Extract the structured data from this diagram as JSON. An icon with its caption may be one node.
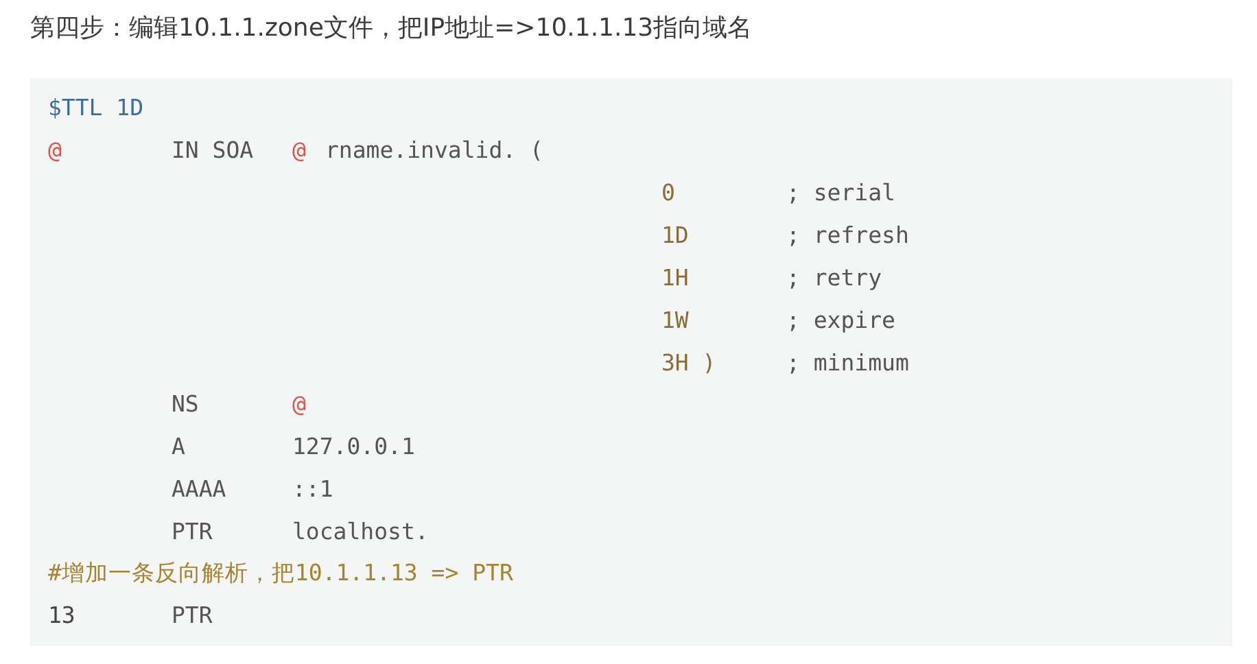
{
  "diagram": {
    "title": "第四步：编辑10.1.1.zone文件，把IP地址=>10.1.1.13指向域名",
    "labels": [
      "$TTL 1D",
      "@",
      "IN SOA",
      "@",
      "rname.invalid. (",
      "0",
      "; serial",
      "1D",
      "; refresh",
      "1H",
      "; retry",
      "1W",
      "; expire",
      "3H )",
      "; minimum",
      "NS",
      "@",
      "A",
      "127.0.0.1",
      "AAAA",
      "::1",
      "PTR",
      "localhost.",
      "#增加一条反向解析，把10.1.1.13 => PTR",
      "13",
      "PTR"
    ]
  }
}
